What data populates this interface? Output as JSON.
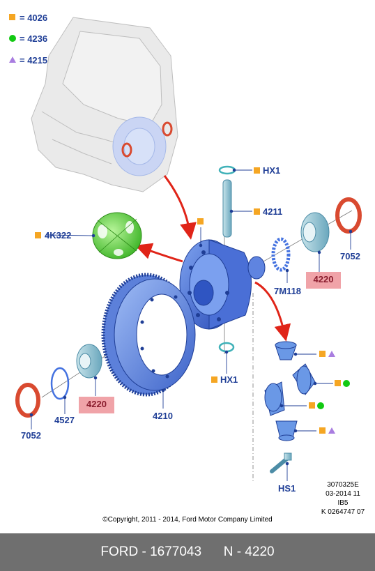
{
  "legend": [
    {
      "symbol": "square",
      "color": "#f5a623",
      "text": "= 4026"
    },
    {
      "symbol": "circle",
      "color": "#12c912",
      "text": "= 4236"
    },
    {
      "symbol": "triangle",
      "color": "#a97de0",
      "text": "= 4215"
    }
  ],
  "parts": {
    "hx1_top": "HX1",
    "p4211": "4211",
    "p4k322": "4K322",
    "p7052_right": "7052",
    "p7m118": "7M118",
    "p4220_right": "4220",
    "hx1_bottom": "HX1",
    "p4220_left": "4220",
    "p4527": "4527",
    "p7052_left": "7052",
    "p4210": "4210",
    "hs1": "HS1"
  },
  "meta": {
    "line1": "3070325E",
    "line2": "03-2014 11",
    "line3": "IB5",
    "line4": "K 0264747 07"
  },
  "copyright": "©Copyright, 2011 - 2014, Ford Motor Company Limited",
  "footer": {
    "brand": "FORD - 1677043",
    "part": "N - 4220"
  },
  "colors": {
    "label_blue": "#1f3e96",
    "highlight": "#f0a3a8",
    "arrow_red": "#e02418",
    "part_blue": "#6a8fe0",
    "seal_red": "#d94a30"
  }
}
